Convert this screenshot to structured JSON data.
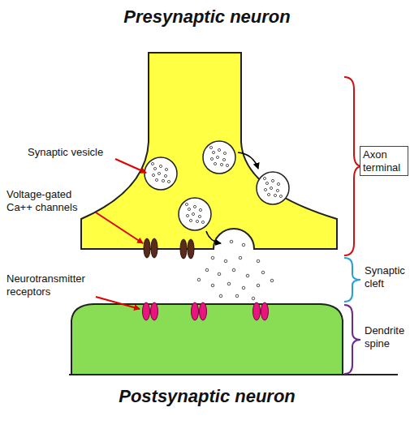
{
  "diagram": {
    "labels": [
      "Presynaptic neuron",
      "Synaptic vesicle",
      "Voltage-gated Ca++ channels",
      "Neurotransmitter receptors",
      "Axon terminal",
      "Synaptic cleft",
      "Dendrite spine",
      "Postsynaptic neuron"
    ]
  }
}
